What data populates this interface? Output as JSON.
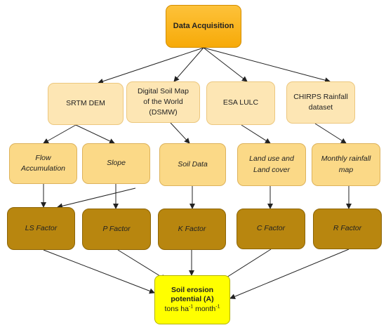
{
  "nodes": {
    "data_acquisition": "Data Acquisition",
    "srtm_dem": "SRTM DEM",
    "dsmw": [
      "Digital Soil Map",
      "of the World",
      "(DSMW)"
    ],
    "esa_lulc": "ESA LULC",
    "chirps": [
      "CHIRPS Rainfall",
      "dataset"
    ],
    "flow_accumulation": [
      "Flow",
      "Accumulation"
    ],
    "slope": "Slope",
    "soil_data": "Soil Data",
    "land_use": [
      "Land use and",
      "Land cover"
    ],
    "monthly_rainfall": [
      "Monthly rainfall",
      "map"
    ],
    "ls_factor": "LS Factor",
    "p_factor": "P Factor",
    "k_factor": "K Factor",
    "c_factor": "C Factor",
    "r_factor": "R Factor",
    "soil_erosion": {
      "title_1": "Soil erosion",
      "title_2": "potential (A)",
      "unit_a": "tons ha",
      "unit_b": "month",
      "exp": "-1"
    }
  },
  "colors": {
    "top": "#f7aa08",
    "source": "#fde6b4",
    "intermediate": "#fbd987",
    "factor": "#b8860f",
    "result": "#ffff00",
    "arrow": "#222222"
  }
}
